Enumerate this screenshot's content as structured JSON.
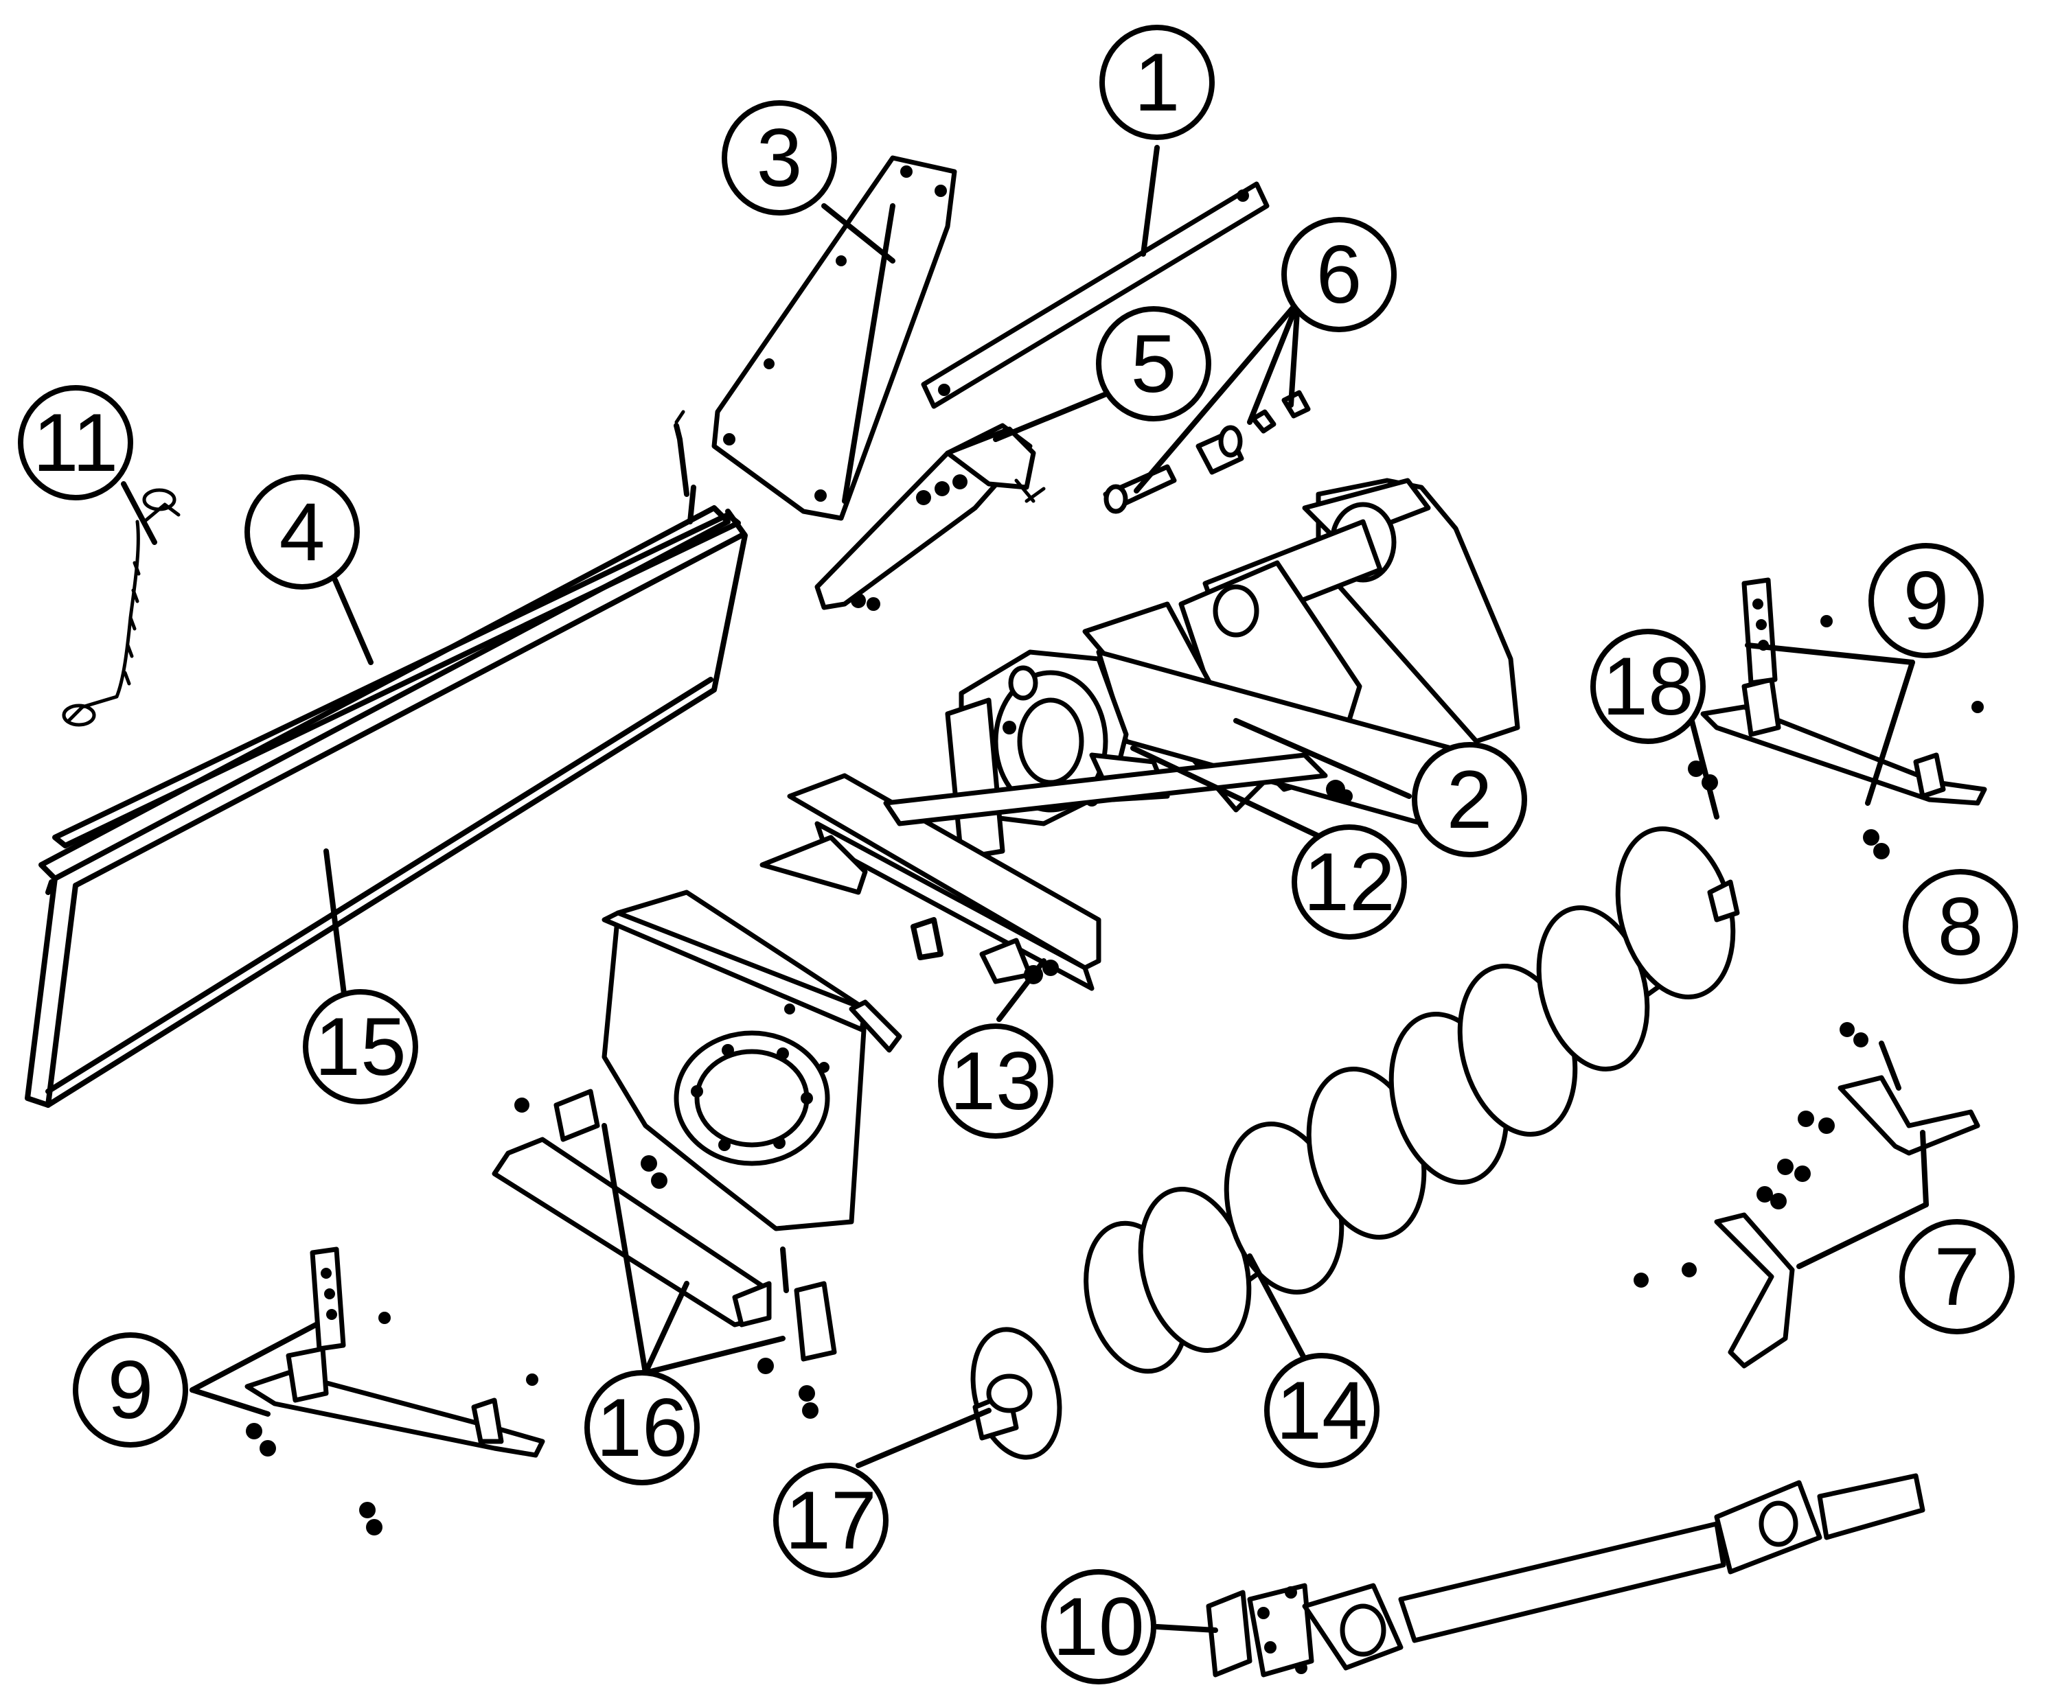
{
  "callouts": [
    {
      "id": "c1",
      "label": "1"
    },
    {
      "id": "c2",
      "label": "2"
    },
    {
      "id": "c3",
      "label": "3"
    },
    {
      "id": "c4",
      "label": "4"
    },
    {
      "id": "c5",
      "label": "5"
    },
    {
      "id": "c6",
      "label": "6"
    },
    {
      "id": "c7",
      "label": "7"
    },
    {
      "id": "c8",
      "label": "8"
    },
    {
      "id": "c9a",
      "label": "9"
    },
    {
      "id": "c9b",
      "label": "9"
    },
    {
      "id": "c10",
      "label": "10"
    },
    {
      "id": "c11",
      "label": "11"
    },
    {
      "id": "c12",
      "label": "12"
    },
    {
      "id": "c13",
      "label": "13"
    },
    {
      "id": "c14",
      "label": "14"
    },
    {
      "id": "c15",
      "label": "15"
    },
    {
      "id": "c16",
      "label": "16"
    },
    {
      "id": "c17",
      "label": "17"
    },
    {
      "id": "c18",
      "label": "18"
    }
  ]
}
